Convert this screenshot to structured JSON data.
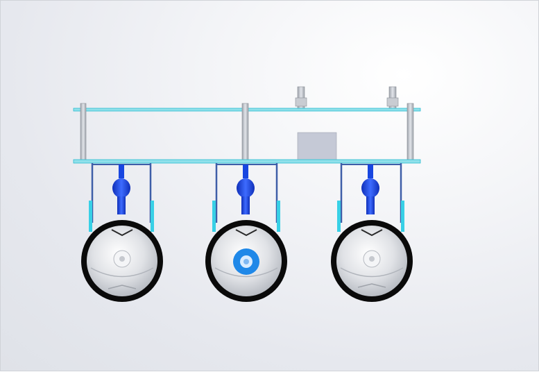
{
  "scene": {
    "subject": "cad-robot-chassis-side-view",
    "view_background": "#e6e8ee",
    "colors": {
      "plate": "#7fd9e6",
      "plate_edge": "#1fb4c8",
      "standoff": "#bfc3ca",
      "bracket": "#3e5ea8",
      "bracket_accent": "#38d0e6",
      "motor": "#1846e0",
      "tire": "#0a0a0a",
      "hub": "#e2e4e8",
      "hub_highlight": "#2a7de0"
    },
    "wheels": [
      {
        "id": "wheel-left",
        "hub_style": "gray"
      },
      {
        "id": "wheel-center",
        "hub_style": "blue-center"
      },
      {
        "id": "wheel-right",
        "hub_style": "gray"
      }
    ]
  }
}
